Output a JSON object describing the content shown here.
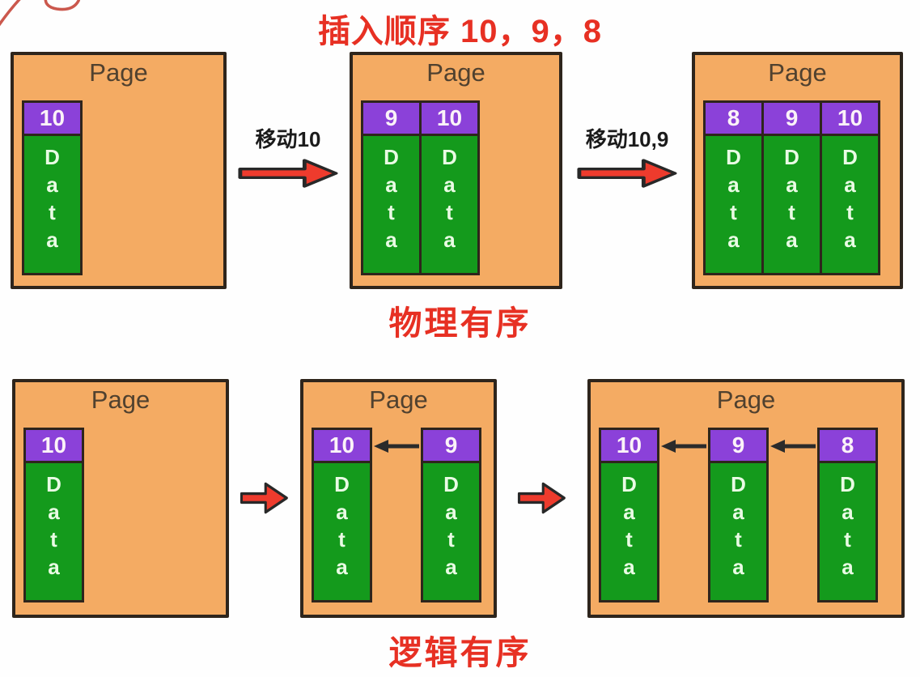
{
  "title": "插入顺序 10，9，8",
  "rows": [
    {
      "id": "physical",
      "caption": "物理有序",
      "transitions": [
        "移动10",
        "移动10,9"
      ],
      "pages": [
        {
          "label": "Page",
          "linked": false,
          "records": [
            {
              "key": "10",
              "data": "Data"
            }
          ]
        },
        {
          "label": "Page",
          "linked": false,
          "records": [
            {
              "key": "9",
              "data": "Data"
            },
            {
              "key": "10",
              "data": "Data"
            }
          ]
        },
        {
          "label": "Page",
          "linked": false,
          "records": [
            {
              "key": "8",
              "data": "Data"
            },
            {
              "key": "9",
              "data": "Data"
            },
            {
              "key": "10",
              "data": "Data"
            }
          ]
        }
      ]
    },
    {
      "id": "logical",
      "caption": "逻辑有序",
      "transitions": [
        "",
        ""
      ],
      "pages": [
        {
          "label": "Page",
          "linked": false,
          "records": [
            {
              "key": "10",
              "data": "Data"
            }
          ]
        },
        {
          "label": "Page",
          "linked": true,
          "records": [
            {
              "key": "10",
              "data": "Data"
            },
            {
              "key": "9",
              "data": "Data"
            }
          ]
        },
        {
          "label": "Page",
          "linked": true,
          "records": [
            {
              "key": "10",
              "data": "Data"
            },
            {
              "key": "9",
              "data": "Data"
            },
            {
              "key": "8",
              "data": "Data"
            }
          ]
        }
      ]
    }
  ],
  "colors": {
    "page_bg": "#F4AB63",
    "page_border": "#2E251C",
    "record_header_bg": "#8B41D9",
    "record_body_bg": "#149A1C",
    "red_accent": "#E73023",
    "arrow_red_fill": "#EE3B2D",
    "arrow_outline": "#282828",
    "link_arrow_color": "#2B2B2B",
    "page_label_color": "#50412F",
    "scribble_color": "#C23B2E"
  }
}
